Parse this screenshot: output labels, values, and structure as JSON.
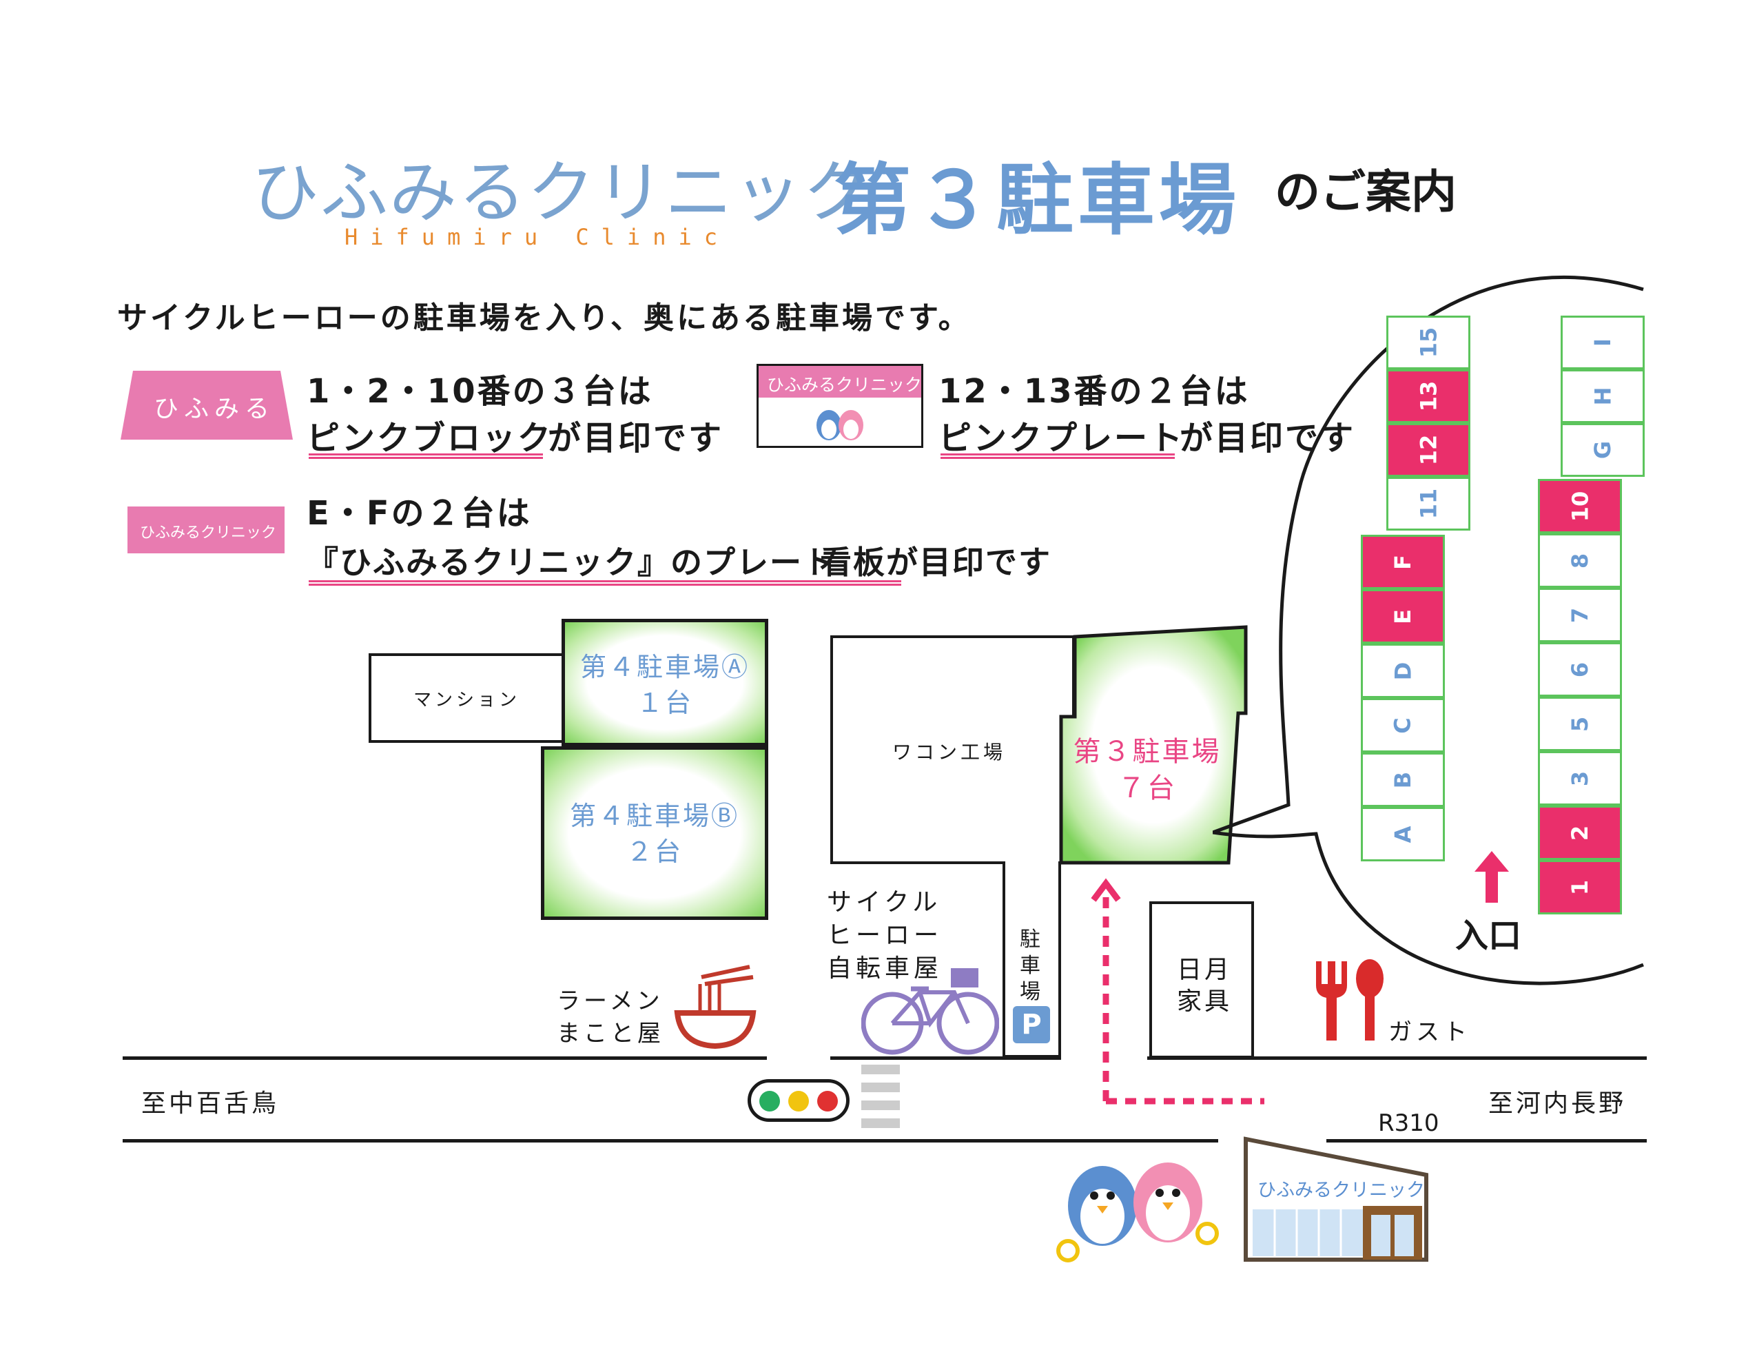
{
  "header": {
    "clinic_name_jp": "ひふみるクリニック",
    "clinic_name_en": "Hifumiru Clinic",
    "lot_title": "第３駐車場",
    "guide_suffix": "のご案内"
  },
  "intro": "サイクルヒーローの駐車場を入り、奥にある駐車場です。",
  "rules": [
    {
      "badge": "ひふみる",
      "line1": "1・2・10番の３台は",
      "line2_highlight": "ピンクブロック",
      "line2_rest": "が目印です"
    },
    {
      "badge": "ひふみるクリニック",
      "line1": "12・13番の２台は",
      "line2_highlight": "ピンクプレート",
      "line2_rest": "が目印です"
    },
    {
      "badge": "ひふみるクリニック",
      "line1": "E・Fの２台は",
      "line2_highlight": "『ひふみるクリニック』のプレート",
      "line2_rest": "看板が目印です"
    }
  ],
  "map": {
    "mansion": "マンション",
    "lot4a_line1": "第４駐車場Ⓐ",
    "lot4a_line2": "１台",
    "lot4b_line1": "第４駐車場Ⓑ",
    "lot4b_line2": "２台",
    "wagon": "ワコン工場",
    "lot3_line1": "第３駐車場",
    "lot3_line2": "７台",
    "cycle_hero_1": "サイクル",
    "cycle_hero_2": "ヒーロー",
    "cycle_hero_3": "自転車屋",
    "parking_vertical": "駐車場",
    "parking_sign": "P",
    "furniture_1": "日月",
    "furniture_2": "家具",
    "gusto": "ガスト",
    "ramen_1": "ラーメン",
    "ramen_2": "まこと屋",
    "to_left": "至中百舌鳥",
    "to_right": "至河内長野",
    "route": "R310",
    "clinic_sign": "ひふみるクリニック"
  },
  "detail": {
    "entrance": "入口",
    "left_column": [
      {
        "label": "15",
        "pink": false
      },
      {
        "label": "13",
        "pink": true
      },
      {
        "label": "12",
        "pink": true
      },
      {
        "label": "11",
        "pink": false
      }
    ],
    "mid_column": [
      {
        "label": "F",
        "pink": true
      },
      {
        "label": "E",
        "pink": true
      },
      {
        "label": "D",
        "pink": false
      },
      {
        "label": "C",
        "pink": false
      },
      {
        "label": "B",
        "pink": false
      },
      {
        "label": "A",
        "pink": false
      }
    ],
    "right_top_column": [
      {
        "label": "I",
        "pink": false
      },
      {
        "label": "H",
        "pink": false
      },
      {
        "label": "G",
        "pink": false
      }
    ],
    "right_column": [
      {
        "label": "10",
        "pink": true
      },
      {
        "label": "8",
        "pink": false
      },
      {
        "label": "7",
        "pink": false
      },
      {
        "label": "6",
        "pink": false
      },
      {
        "label": "5",
        "pink": false
      },
      {
        "label": "3",
        "pink": false
      },
      {
        "label": "2",
        "pink": true
      },
      {
        "label": "1",
        "pink": true
      }
    ]
  },
  "colors": {
    "brand_blue": "#6b9bd2",
    "pink": "#ea2f6b",
    "badge_pink": "#e87bb0",
    "green": "#5cc45c"
  }
}
